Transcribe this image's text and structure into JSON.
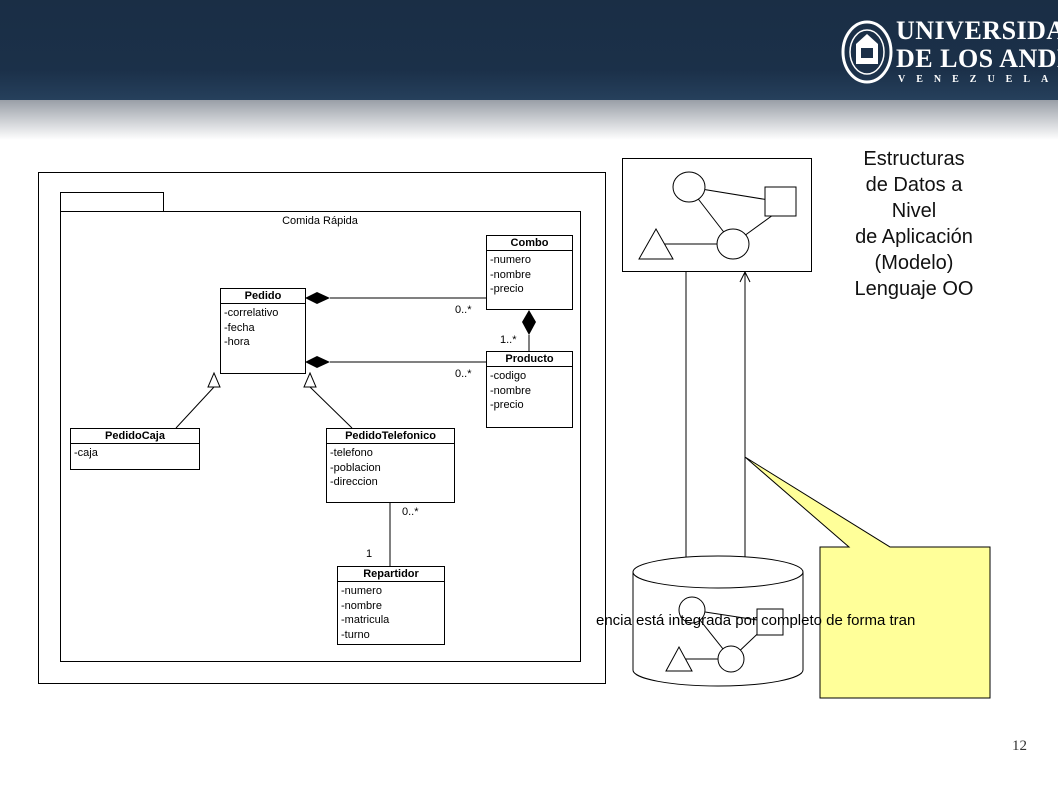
{
  "header": {
    "logo_line1": "UNIVERSIDAD",
    "logo_line2": "DE LOS ANDES",
    "logo_line3": "VENEZUELA"
  },
  "uml": {
    "package_name": "Comida Rápida",
    "classes": {
      "combo": {
        "name": "Combo",
        "attributes": [
          "-numero",
          "-nombre",
          "-precio"
        ]
      },
      "pedido": {
        "name": "Pedido",
        "attributes": [
          "-correlativo",
          "-fecha",
          "-hora"
        ]
      },
      "producto": {
        "name": "Producto",
        "attributes": [
          "-codigo",
          "-nombre",
          "-precio"
        ]
      },
      "pedido_caja": {
        "name": "PedidoCaja",
        "attributes": [
          "-caja"
        ]
      },
      "pedido_telefonico": {
        "name": "PedidoTelefonico",
        "attributes": [
          "-telefono",
          "-poblacion",
          "-direccion"
        ]
      },
      "repartidor": {
        "name": "Repartidor",
        "attributes": [
          "-numero",
          "-nombre",
          "-matricula",
          "-turno"
        ]
      }
    },
    "multiplicities": {
      "pedido_combo": "0..*",
      "combo_producto": "1..*",
      "pedido_producto": "0..*",
      "telefonico_repartidor_many": "0..*",
      "telefonico_repartidor_one": "1"
    }
  },
  "title_lines": [
    "Estructuras",
    "de Datos a",
    "Nivel",
    "de Aplicación",
    "(Modelo)",
    "Lenguaje OO"
  ],
  "callout_text": "encia está integrada por completo de forma tran",
  "page_number": "12",
  "colors": {
    "header_bg": "#1b3049",
    "callout_fill": "#ffff99"
  }
}
